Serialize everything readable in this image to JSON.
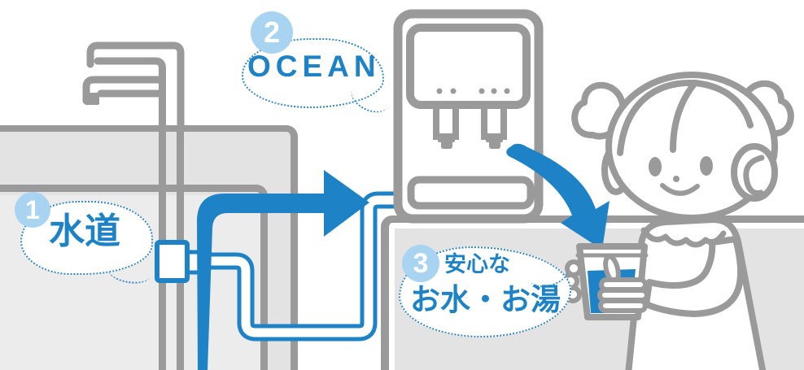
{
  "diagram": {
    "steps": [
      {
        "number": "1",
        "label": "水道"
      },
      {
        "number": "2",
        "label": "OCEAN"
      },
      {
        "number": "3",
        "label_top": "安心な",
        "label_main": "お水・お湯"
      }
    ]
  },
  "colors": {
    "accent_blue": "#1d83c6",
    "light_blue": "#a9d4f1",
    "outline_gray": "#9a9a9a",
    "counter_gray": "#e3e3e3",
    "cabinet_gray": "#ececec"
  }
}
